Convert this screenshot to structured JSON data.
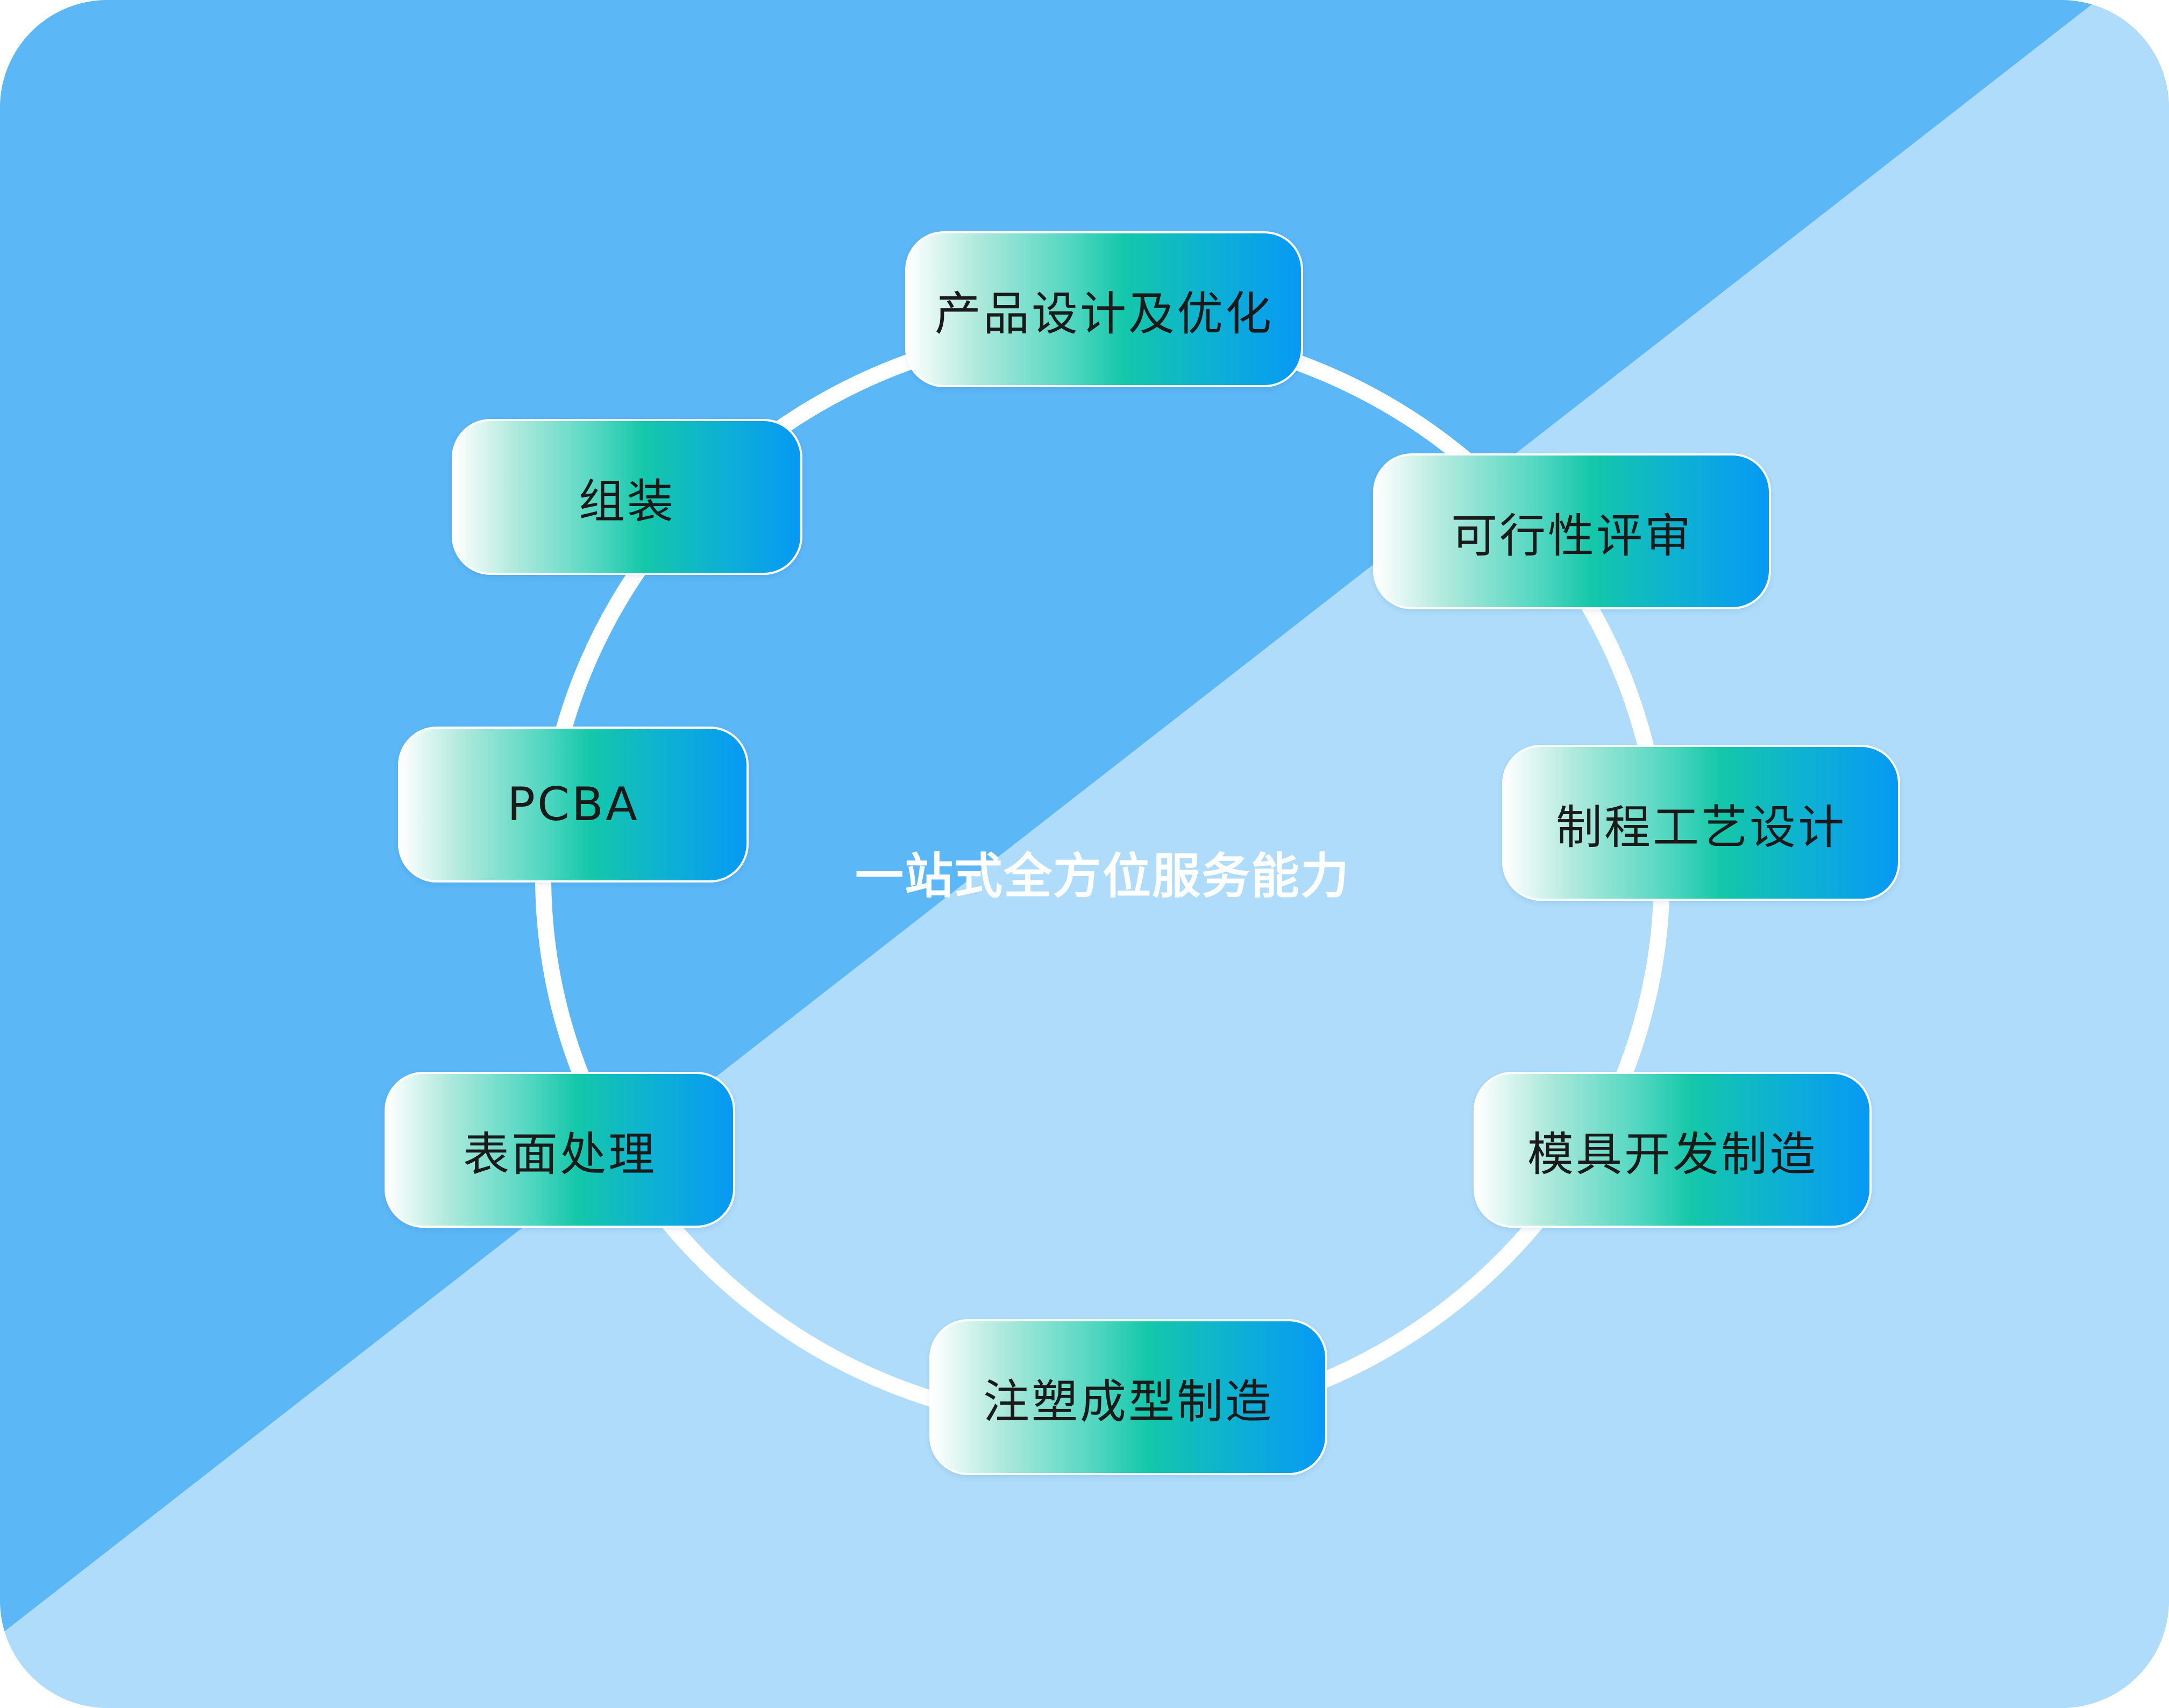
{
  "diagram": {
    "title": "一站式全方位服务能力",
    "background": {
      "upper_color": "#5cb7f6",
      "lower_color": "#aedcfa",
      "ring_color": "#ffffff"
    },
    "node_gradient": [
      "#ffffff",
      "#14c7a9",
      "#0799f5"
    ],
    "nodes": [
      {
        "id": "product-design",
        "label": "产品设计及优化"
      },
      {
        "id": "feasibility-review",
        "label": "可行性评审"
      },
      {
        "id": "process-design",
        "label": "制程工艺设计"
      },
      {
        "id": "mold-development",
        "label": "模具开发制造"
      },
      {
        "id": "injection-molding",
        "label": "注塑成型制造"
      },
      {
        "id": "surface-treatment",
        "label": "表面处理"
      },
      {
        "id": "pcba",
        "label": "PCBA"
      },
      {
        "id": "assembly",
        "label": "组装"
      }
    ]
  }
}
